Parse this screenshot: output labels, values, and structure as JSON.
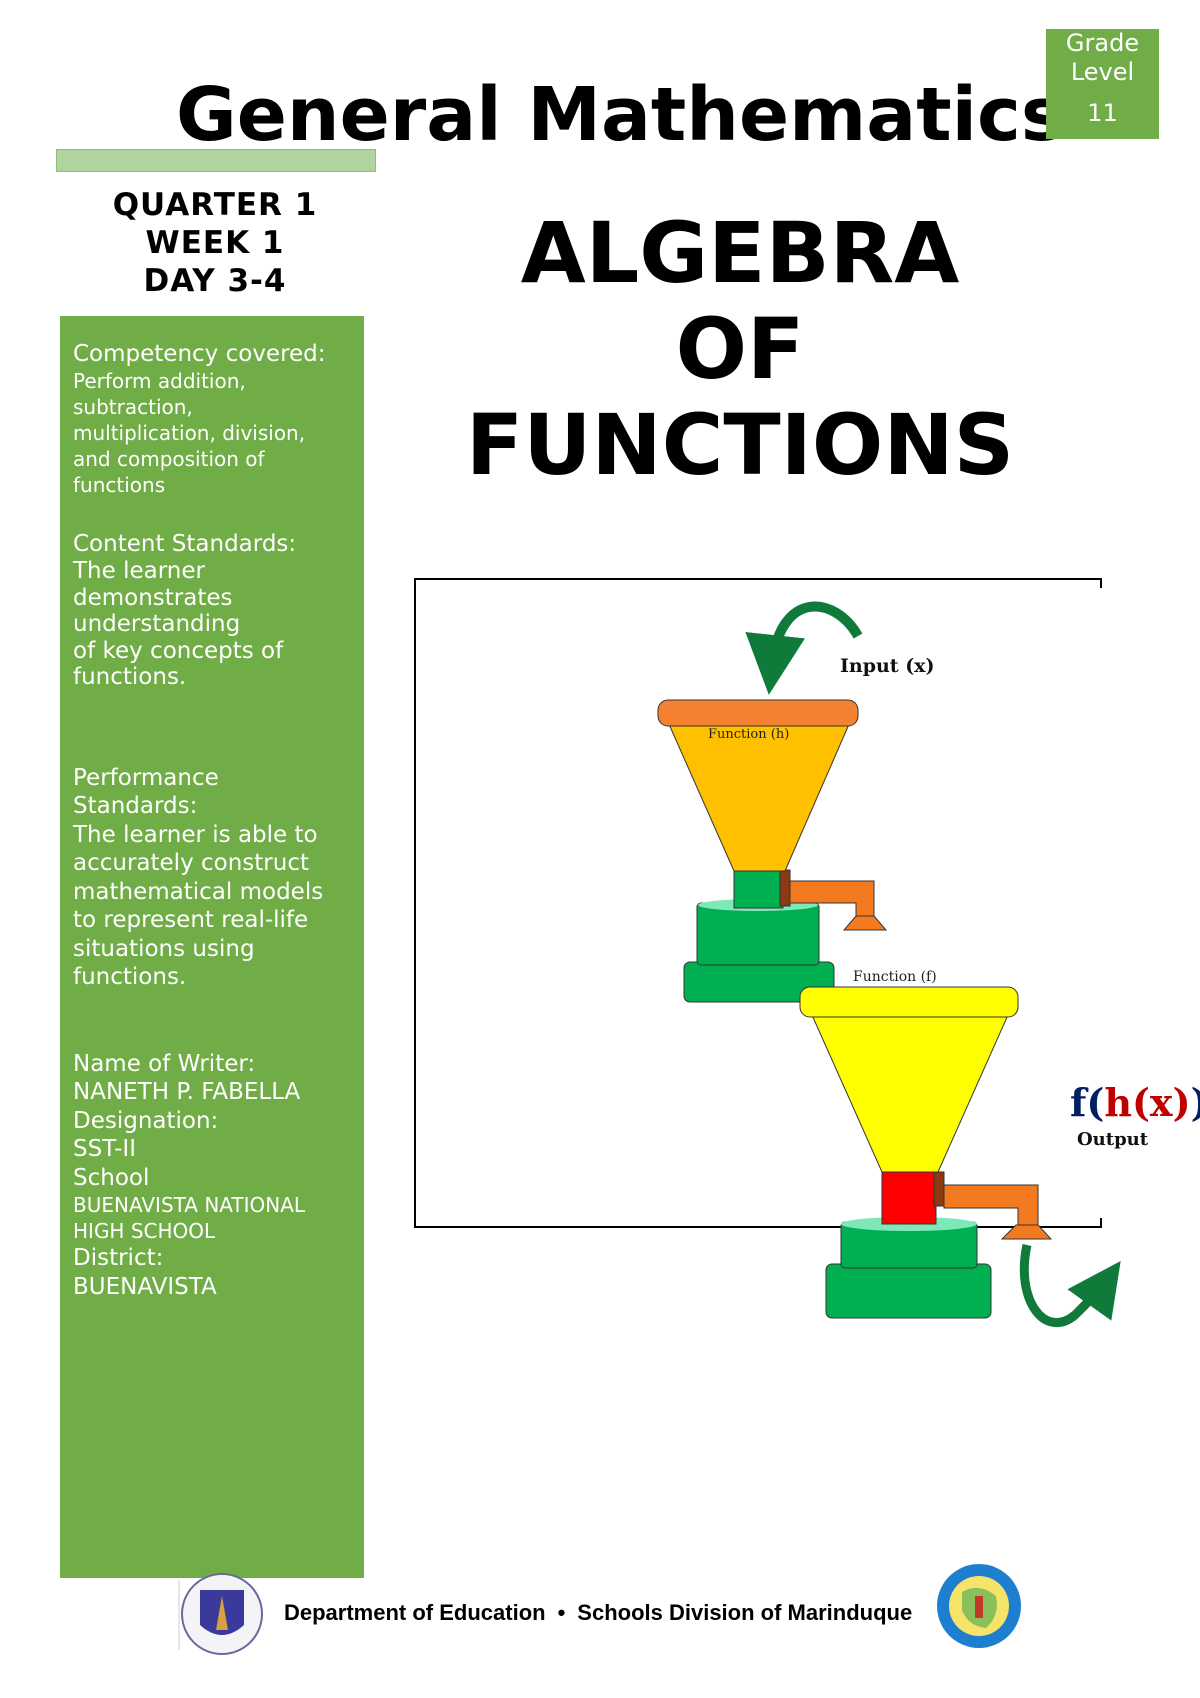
{
  "header": {
    "title": "General Mathematics",
    "grade_label_1": "Grade",
    "grade_label_2": "Level",
    "grade_value": "11"
  },
  "schedule": {
    "quarter": "QUARTER 1",
    "week": "WEEK 1",
    "day": "DAY 3-4"
  },
  "lesson_title": [
    "ALGEBRA",
    "OF",
    "FUNCTIONS"
  ],
  "sidebar": {
    "competency_heading": "Competency covered:",
    "competency_lines": [
      "Perform addition,",
      "subtraction,",
      "multiplication, division,",
      "and composition of",
      "functions"
    ],
    "content_heading": "Content Standards:",
    "content_lines": [
      "The learner",
      "demonstrates",
      "understanding",
      "of key concepts of",
      "functions."
    ],
    "performance_heading_lines": [
      "Performance",
      "Standards:"
    ],
    "performance_lines": [
      "The learner is able to",
      "accurately construct",
      "mathematical models",
      "to represent real-life",
      "situations using",
      "functions."
    ],
    "writer_label": "Name of Writer:",
    "writer_name": "NANETH P. FABELLA",
    "designation_label": "Designation:",
    "designation": "SST-II",
    "school_label": "School",
    "school_lines": [
      "BUENAVISTA NATIONAL",
      "HIGH SCHOOL"
    ],
    "district_label": "District:",
    "district": "BUENAVISTA"
  },
  "diagram": {
    "input_label": "Input (x)",
    "function_h_label": "Function (h)",
    "function_f_label": "Function (f)",
    "composite_f": "f(",
    "composite_h": "h(x)",
    "composite_close": ")",
    "output_label": "Output",
    "colors": {
      "funnel_h": "#ffc000",
      "rim_h": "#f4812f",
      "funnel_f": "#ffff00",
      "base": "#00b050",
      "neck_f": "#ff0000",
      "pipe": "#f47a20",
      "arrow": "#0f7a3a",
      "f_text": "#002060",
      "h_text": "#c00000"
    }
  },
  "footer": {
    "org": "Department of Education",
    "separator": "•",
    "division": "Schools Division of Marinduque",
    "left_logo": "deped-seal-logo",
    "right_logo": "sdo-marinduque-logo"
  },
  "colors": {
    "accent_green": "#70ad47",
    "light_green": "#b1d39f"
  }
}
